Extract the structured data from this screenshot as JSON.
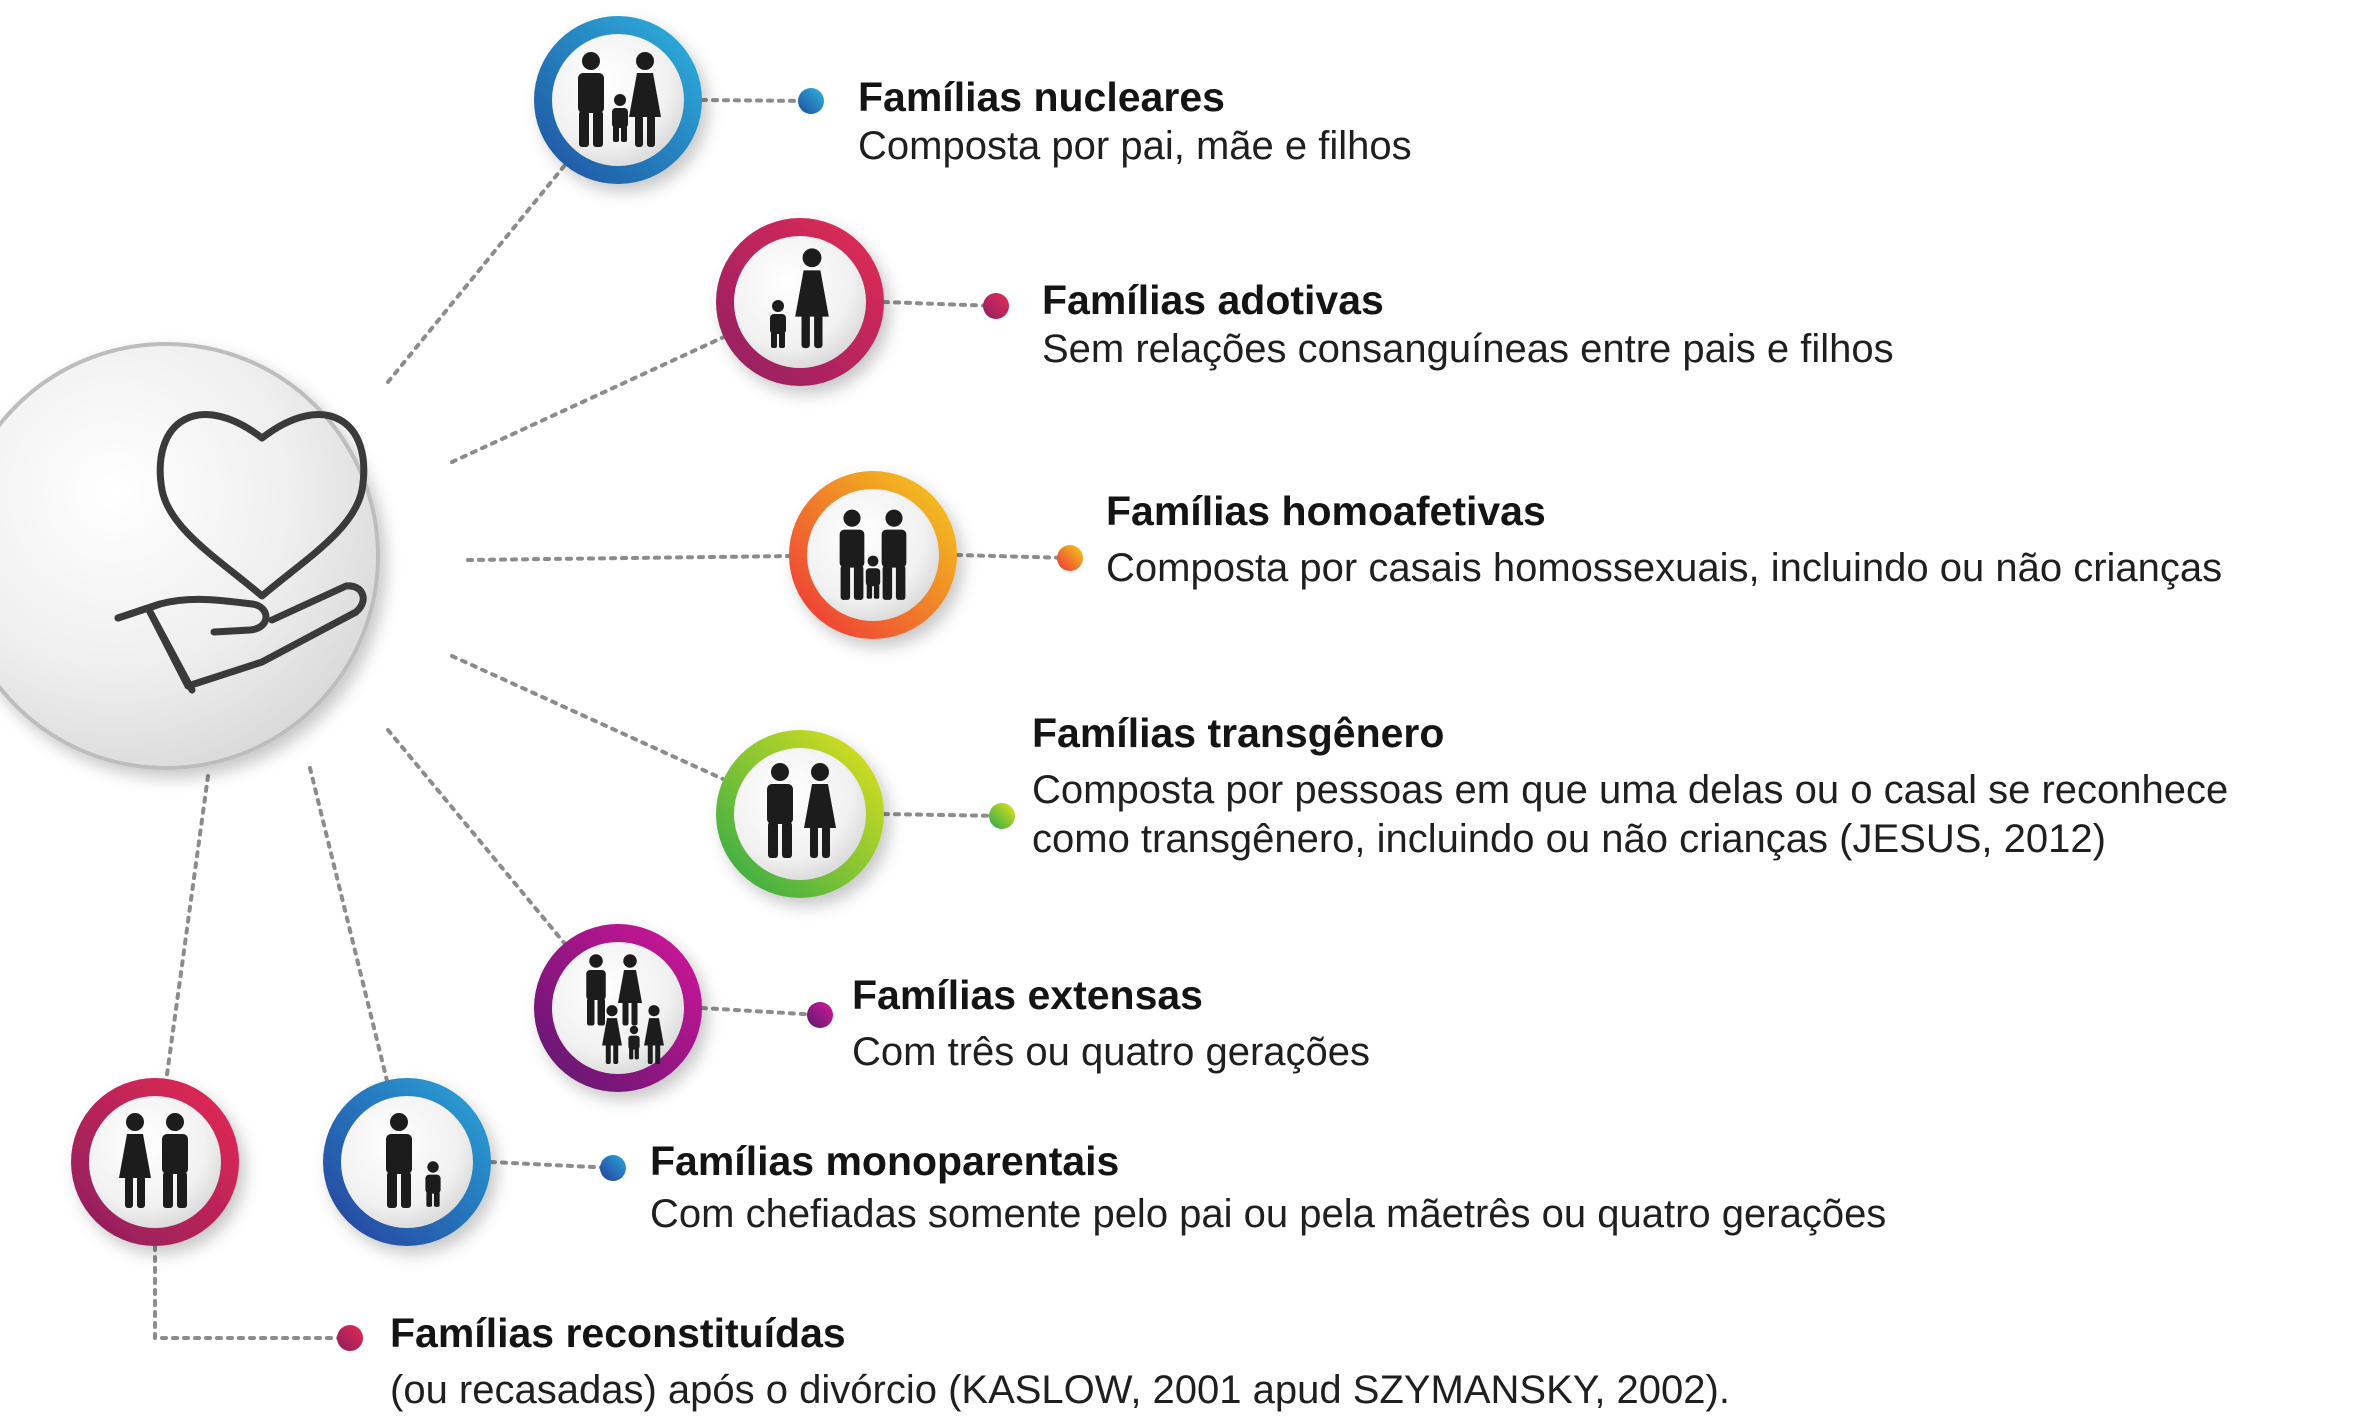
{
  "items": [
    {
      "title": "Famílias nucleares",
      "desc": "Composta por pai, mãe e filhos",
      "colors": [
        "#1d4f9e",
        "#2fb4e0"
      ],
      "dot": "#2a6fbf",
      "icon": "nuclear-family-icon"
    },
    {
      "title": "Famílias adotivas",
      "desc": "Sem relações consanguíneas entre pais e filhos",
      "colors": [
        "#8e1f64",
        "#e52c55"
      ],
      "dot": "#7a1f55",
      "icon": "adoptive-family-icon"
    },
    {
      "title": "Famílias homoafetivas",
      "desc": "Composta por casais homossexuais, incluindo ou não crianças",
      "colors": [
        "#ee2f3a",
        "#f3d11a"
      ],
      "dot": "#f27a23",
      "icon": "same-sex-family-icon"
    },
    {
      "title": "Famílias transgênero",
      "desc": "Composta por pessoas em que uma delas ou o casal se reconhece",
      "desc2": "como transgênero, incluindo ou não crianças  (JESUS, 2012)",
      "colors": [
        "#2aa84a",
        "#e6e31c"
      ],
      "dot": "#8cc63e",
      "icon": "transgender-family-icon"
    },
    {
      "title": "Famílias extensas",
      "desc": "Com três ou quatro gerações",
      "colors": [
        "#5a1a6e",
        "#d5169a"
      ],
      "dot": "#a0177c",
      "icon": "extended-family-icon"
    },
    {
      "title": "Famílias monoparentais",
      "desc": "Com chefiadas somente pelo pai ou pela mãetrês ou quatro gerações",
      "colors": [
        "#243e9c",
        "#2aa7d9"
      ],
      "dot": "#2a6fbf",
      "icon": "single-parent-family-icon"
    },
    {
      "title": "Famílias reconstituídas",
      "desc": "(ou recasadas) após o divórcio (KASLOW, 2001 apud SZYMANSKY, 2002).",
      "colors": [
        "#8a1d5e",
        "#e82a53"
      ],
      "dot": "#b1204f",
      "icon": "blended-family-icon"
    }
  ],
  "center": {
    "icon": "heart-in-hand-icon"
  }
}
